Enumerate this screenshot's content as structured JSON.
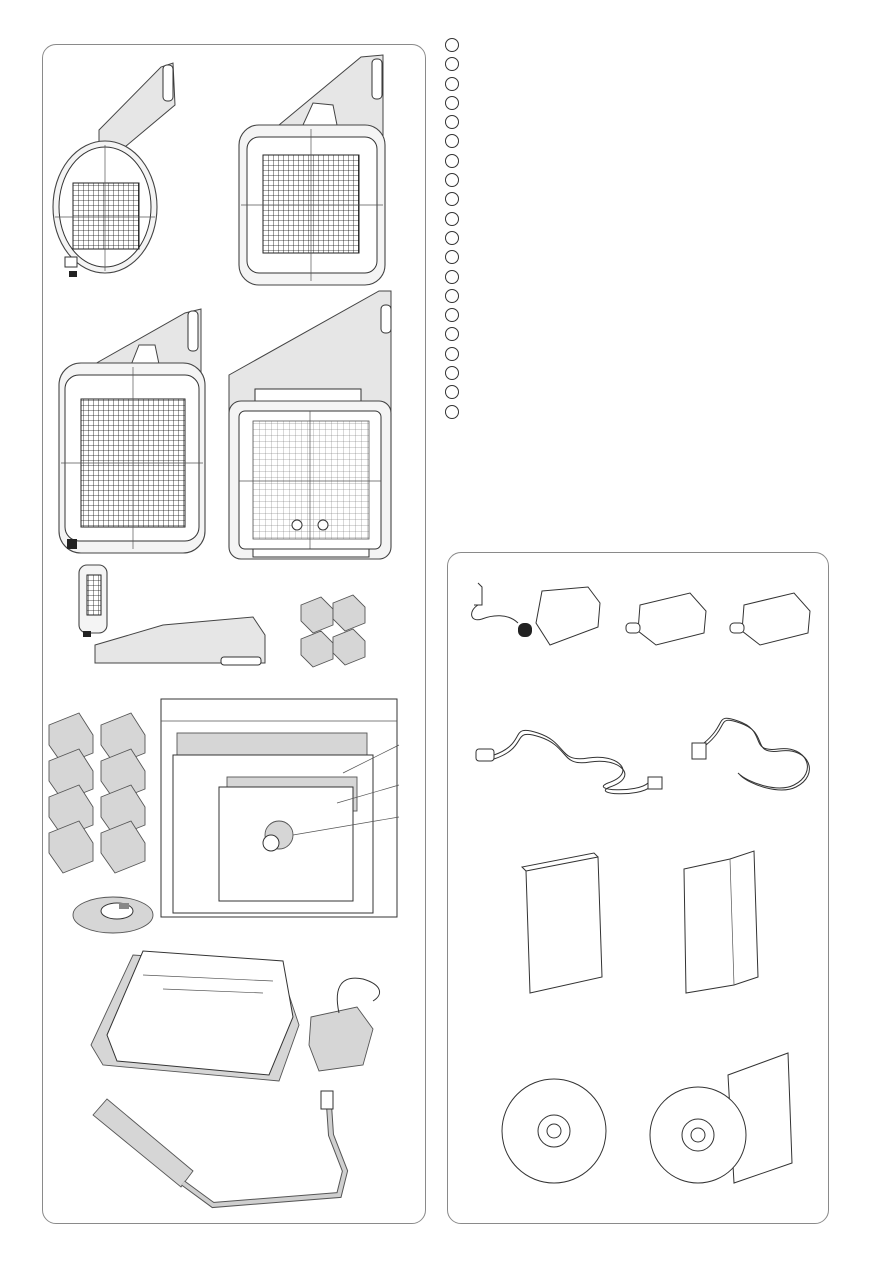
{
  "marker_list": {
    "count": 20
  },
  "left_panel": {
    "hoops": [
      "oval-hoop",
      "square-hoop",
      "large-hoop",
      "extra-large-hoop",
      "small-hoop"
    ],
    "magnet_clamps": {
      "small_count": 4,
      "large_count": 8
    },
    "stabilizer_package": {
      "leader_lines": 3
    },
    "other_items": [
      "bobbin-case",
      "foot-control",
      "knee-lifter"
    ]
  },
  "right_panel": {
    "presser_feet": [
      "embroidery-foot-with-guide",
      "embroidery-foot-2",
      "embroidery-foot-3"
    ],
    "cords": [
      "power-cord",
      "foot-control-cord"
    ],
    "manuals": [
      "instruction-book",
      "quick-reference-sheet"
    ],
    "discs": [
      "disc-1",
      "disc-2-with-leaflet"
    ]
  },
  "colors": {
    "outline": "#8a8a8a",
    "line": "#333333",
    "fill_grey": "#e6e6e6"
  }
}
